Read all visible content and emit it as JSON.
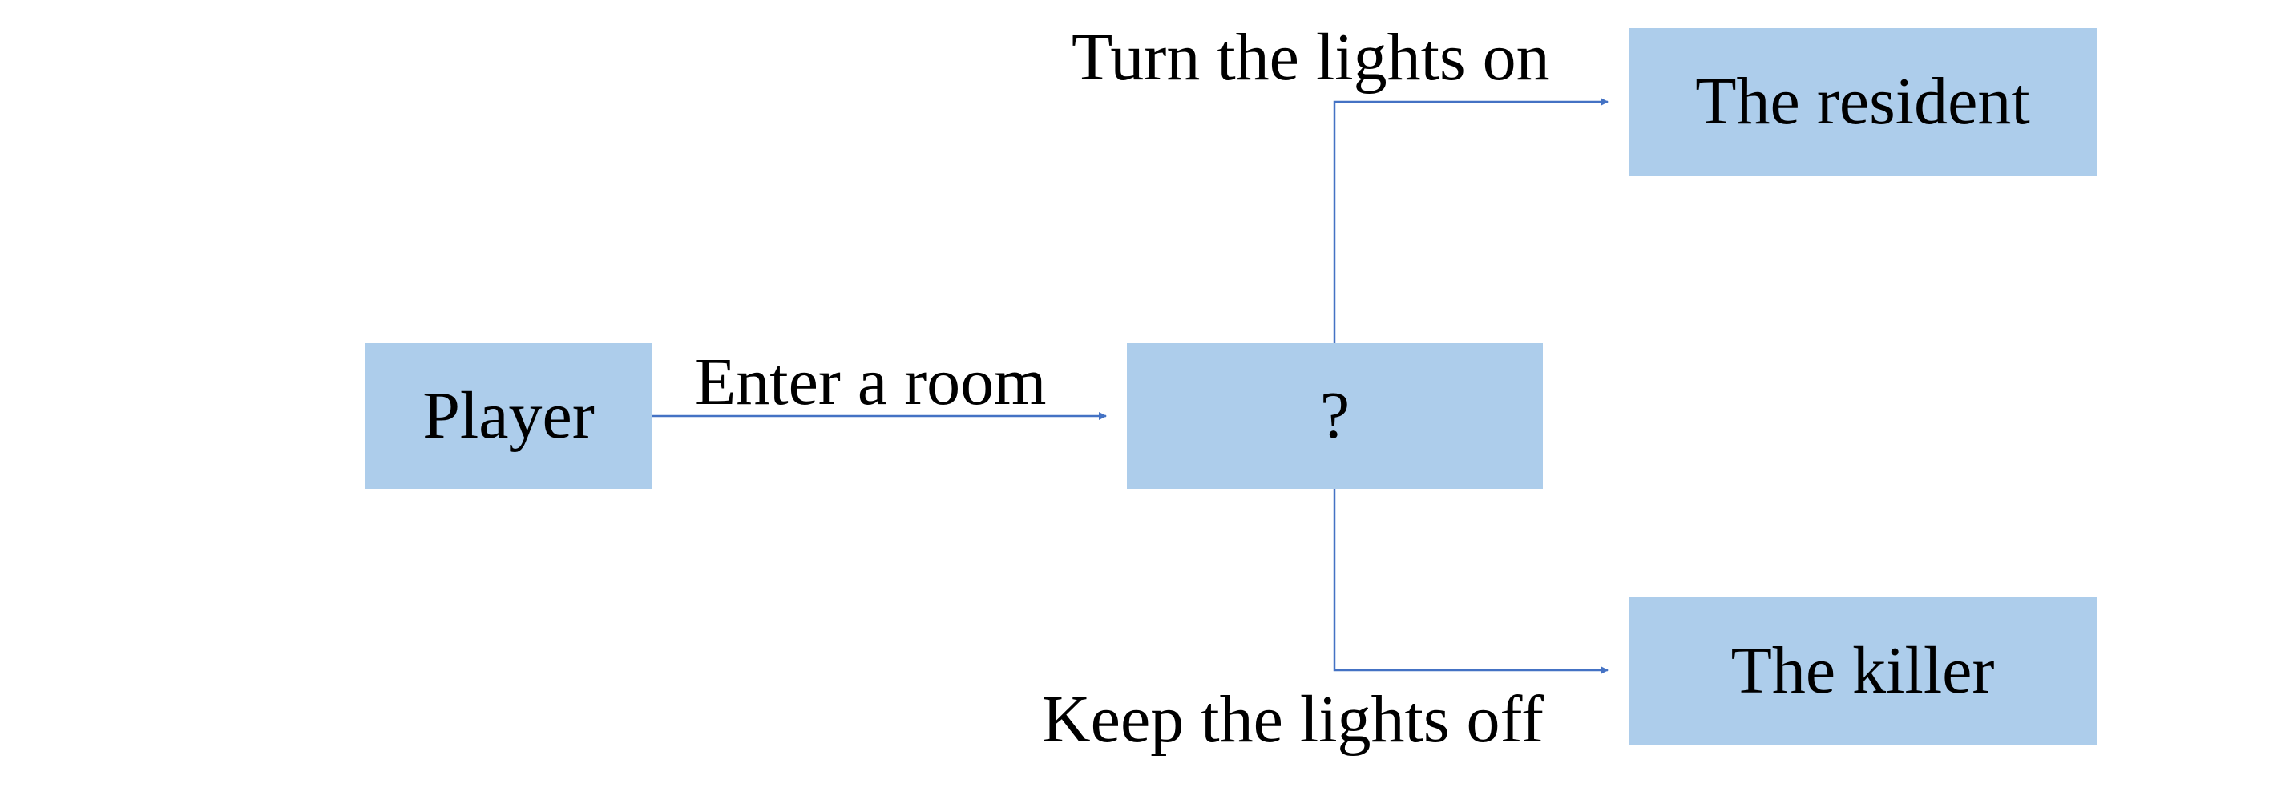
{
  "colors": {
    "node_fill": "#adcdeb",
    "connector": "#4472c4",
    "text": "#000000"
  },
  "nodes": {
    "player": {
      "label": "Player"
    },
    "unknown": {
      "label": "?"
    },
    "resident": {
      "label": "The resident"
    },
    "killer": {
      "label": "The killer"
    }
  },
  "edges": {
    "enter": {
      "label": "Enter a room",
      "from": "player",
      "to": "unknown"
    },
    "on": {
      "label": "Turn the lights on",
      "from": "unknown",
      "to": "resident"
    },
    "off": {
      "label": "Keep the lights off",
      "from": "unknown",
      "to": "killer"
    }
  }
}
